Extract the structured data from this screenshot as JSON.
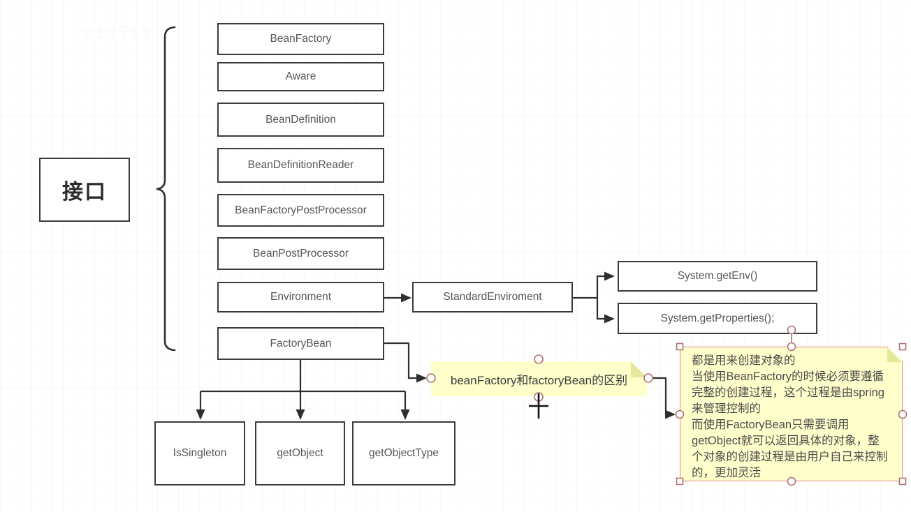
{
  "watermark": "s18711",
  "root": {
    "label": "接口"
  },
  "interfaces": [
    "BeanFactory",
    "Aware",
    "BeanDefinition",
    "BeanDefinitionReader",
    "BeanFactoryPostProcessor",
    "BeanPostProcessor",
    "Environment",
    "FactoryBean"
  ],
  "environment_impl": {
    "label": "StandardEnviroment"
  },
  "system_calls": [
    "System.getEnv()",
    "System.getProperties();"
  ],
  "factory_bean_methods": [
    "IsSingleton",
    "getObject",
    "getObjectType"
  ],
  "notes": {
    "small": {
      "text": "beanFactory和factoryBean的区别"
    },
    "big": {
      "lines": [
        "都是用来创建对象的",
        "当使用BeanFactory的时候必须要遵循",
        "完整的创建过程，这个过程是由spring",
        "来管理控制的",
        "而使用FactoryBean只需要调用",
        "getObject就可以返回具体的对象，整",
        "个对象的创建过程是由用户自己来控制",
        "的，更加灵活"
      ]
    }
  },
  "colors": {
    "box_border": "#3b3b3b",
    "box_text": "#565656",
    "connector": "#2f2f2f",
    "note_fill": "#ffffcc",
    "note_fold": "#e7e79b",
    "note_selection_border": "#e08e8e",
    "handle_stroke": "#b07272"
  }
}
